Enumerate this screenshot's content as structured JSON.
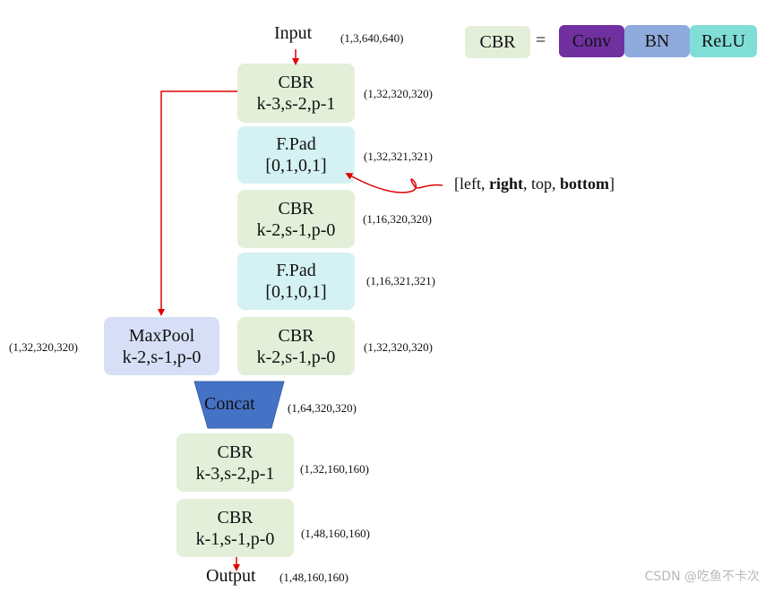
{
  "input": {
    "label": "Input",
    "shape": "(1,3,640,640)"
  },
  "legend": {
    "cbr": "CBR",
    "equals": "=",
    "conv": "Conv",
    "bn": "BN",
    "relu": "ReLU",
    "colors": {
      "cbr": "#e3efd9",
      "conv": "#7030a0",
      "bn": "#8faadc",
      "relu": "#7fded6"
    }
  },
  "blocks": [
    {
      "name": "CBR",
      "params": "k-3,s-2,p-1",
      "shape": "(1,32,320,320)"
    },
    {
      "name": "F.Pad",
      "params": "[0,1,0,1]",
      "shape": "(1,32,321,321)"
    },
    {
      "name": "CBR",
      "params": "k-2,s-1,p-0",
      "shape": "(1,16,320,320)"
    },
    {
      "name": "F.Pad",
      "params": "[0,1,0,1]",
      "shape": "(1,16,321,321)"
    },
    {
      "name": "CBR",
      "params": "k-2,s-1,p-0",
      "shape": "(1,32,320,320)"
    }
  ],
  "maxpool": {
    "name": "MaxPool",
    "params": "k-2,s-1,p-0",
    "shape": "(1,32,320,320)"
  },
  "concat": {
    "name": "Concat",
    "shape": "(1,64,320,320)",
    "color": "#4472c4"
  },
  "tail_blocks": [
    {
      "name": "CBR",
      "params": "k-3,s-2,p-1",
      "shape": "(1,32,160,160)"
    },
    {
      "name": "CBR",
      "params": "k-1,s-1,p-0",
      "shape": "(1,48,160,160)"
    }
  ],
  "output": {
    "label": "Output",
    "shape": "(1,48,160,160)"
  },
  "pad_note": {
    "open": "[left, ",
    "right": "right",
    "sep1": ", top, ",
    "bottom": "bottom",
    "close": "]"
  },
  "arrow_color": "#e00000",
  "watermark": "CSDN @吃鱼不卡次"
}
